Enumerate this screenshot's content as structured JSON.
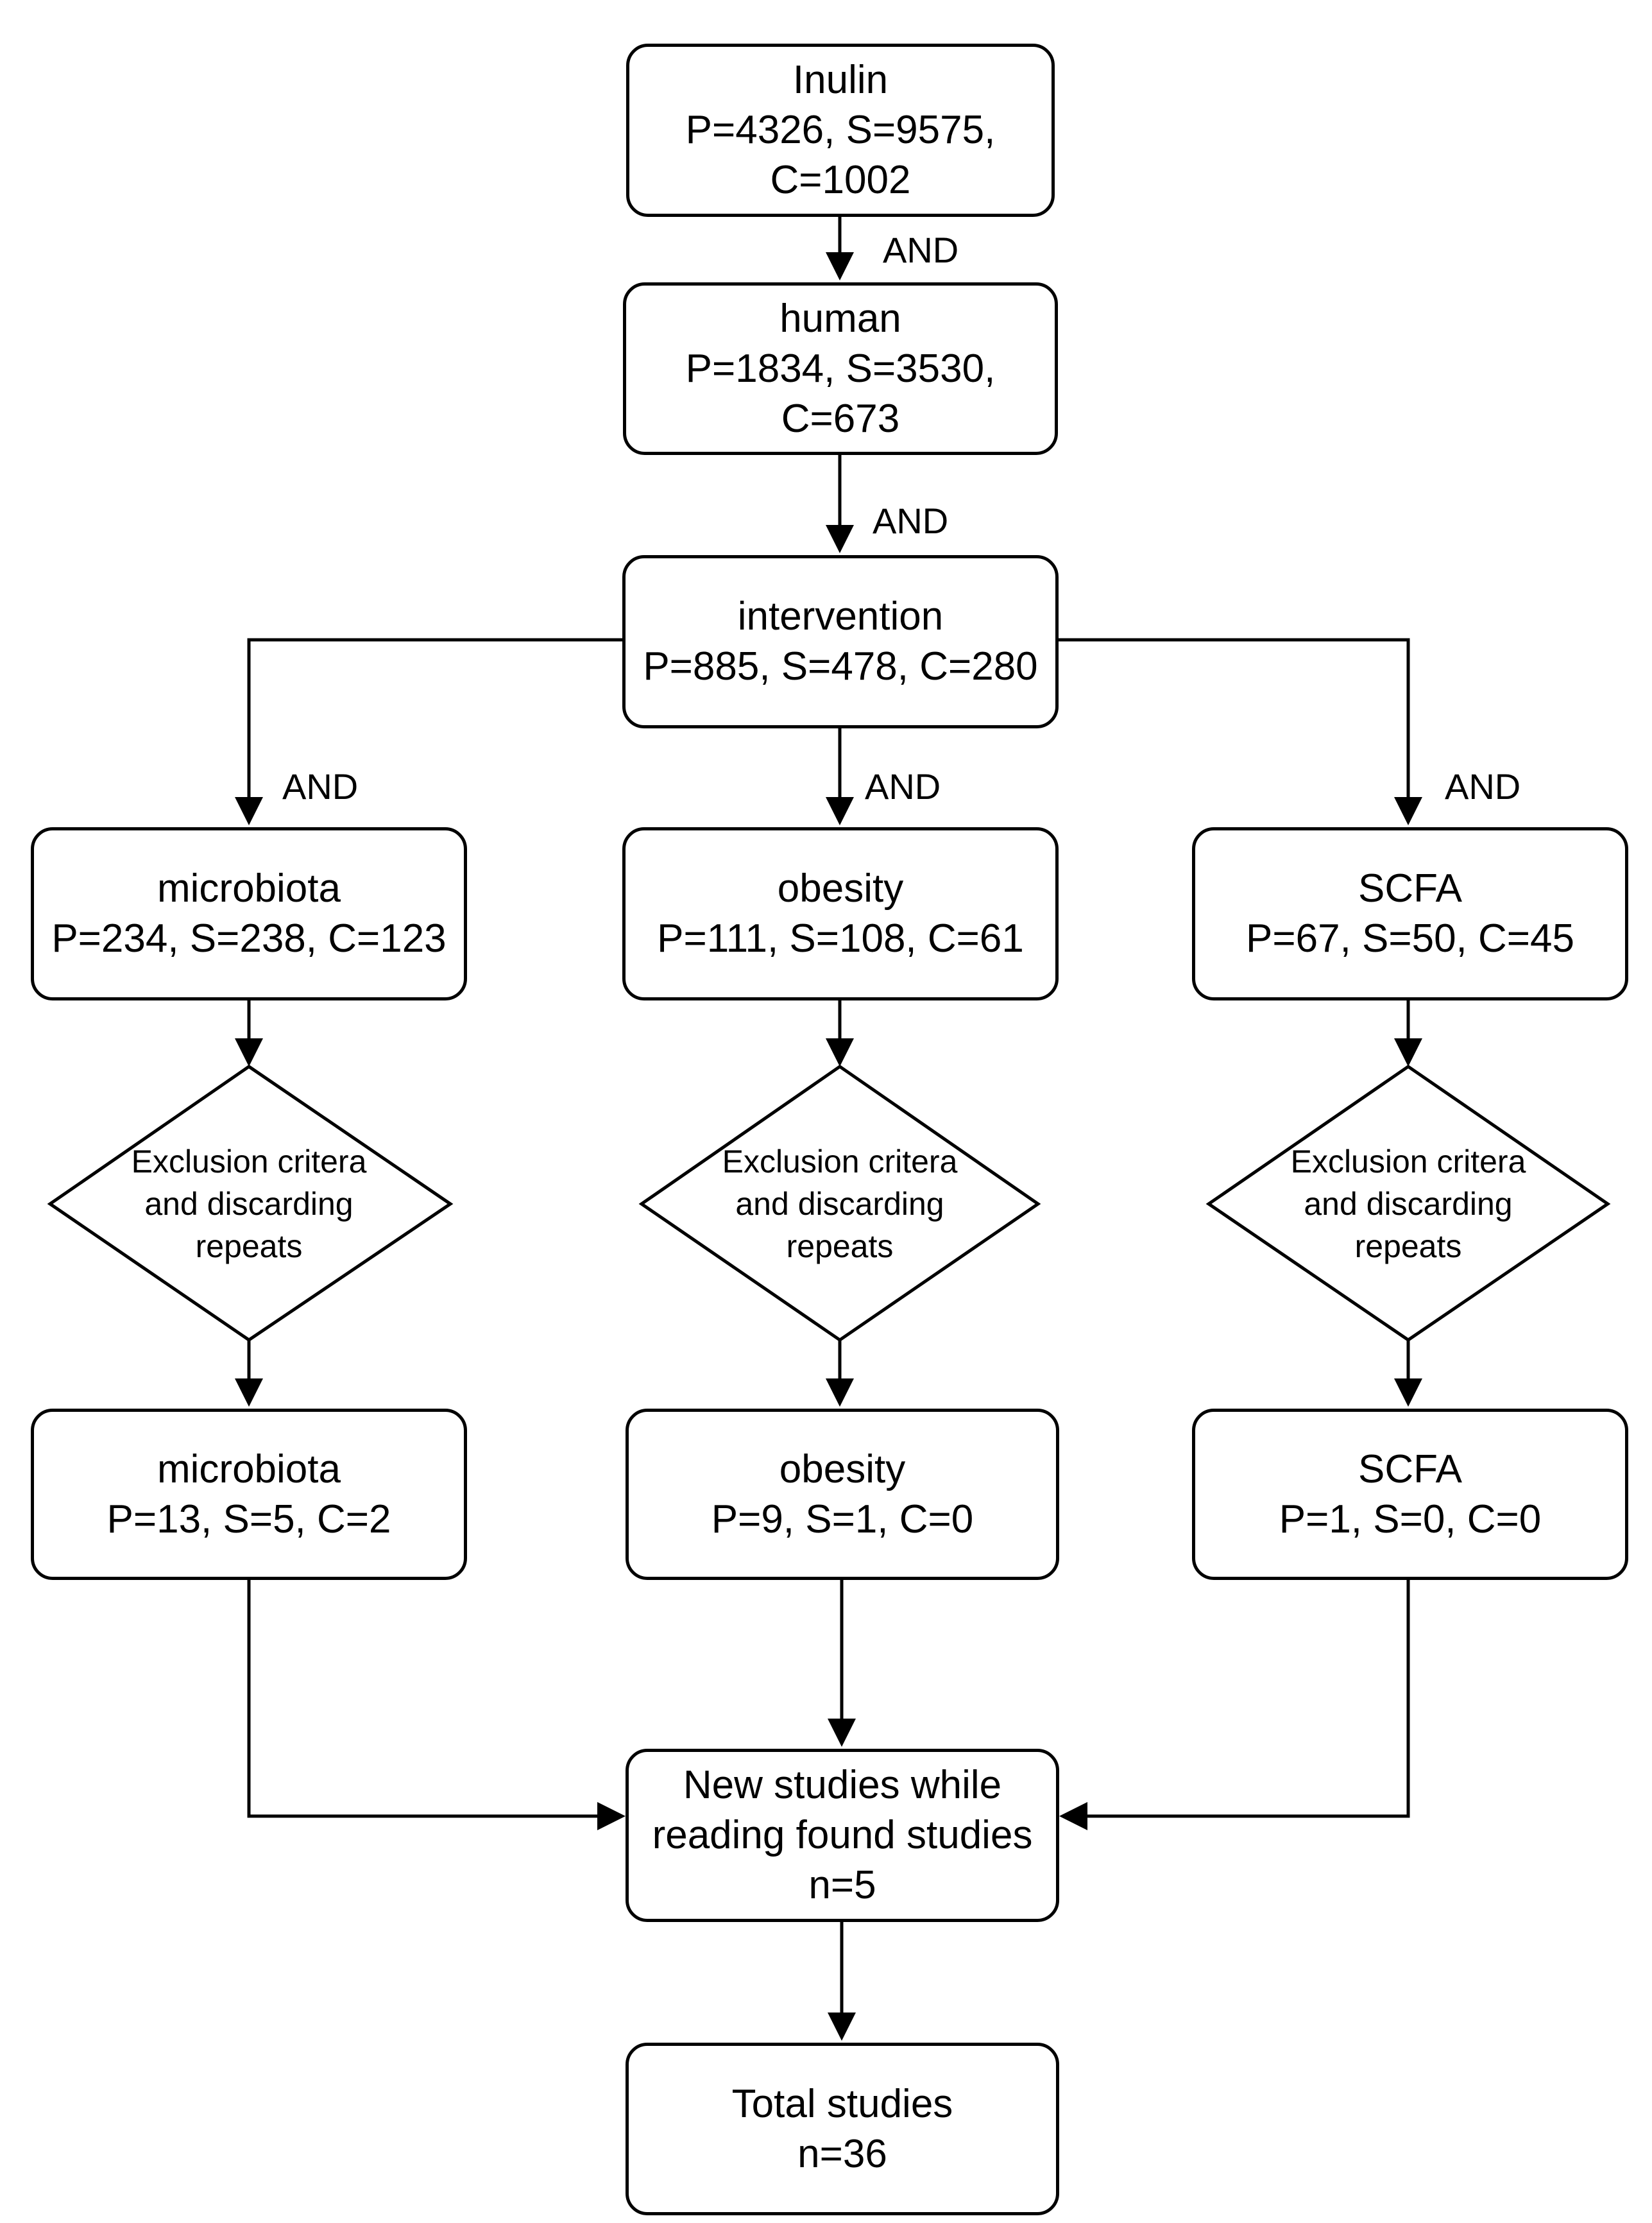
{
  "boxes": {
    "inulin": {
      "title": "Inulin",
      "line2": "P=4326, S=9575,",
      "line3": "C=1002"
    },
    "human": {
      "title": "human",
      "line2": "P=1834, S=3530,",
      "line3": "C=673"
    },
    "intervention": {
      "title": "intervention",
      "line2": "P=885, S=478, C=280"
    },
    "microbiota": {
      "title": "microbiota",
      "line2": "P=234, S=238, C=123"
    },
    "obesity": {
      "title": "obesity",
      "line2": "P=111, S=108, C=61"
    },
    "scfa": {
      "title": "SCFA",
      "line2": "P=67, S=50, C=45"
    },
    "microbiota_final": {
      "title": "microbiota",
      "line2": "P=13, S=5, C=2"
    },
    "obesity_final": {
      "title": "obesity",
      "line2": "P=9, S=1, C=0"
    },
    "scfa_final": {
      "title": "SCFA",
      "line2": "P=1, S=0, C=0"
    },
    "new_studies": {
      "line1": "New studies while",
      "line2": "reading found studies",
      "line3": "n=5"
    },
    "total": {
      "line1": "Total studies",
      "line2": "n=36"
    }
  },
  "decisions": {
    "line1": "Exclusion critera",
    "line2": "and discarding",
    "line3": "repeats"
  },
  "edge_labels": {
    "and": "AND"
  },
  "colors": {
    "stroke": "#000000",
    "background": "#ffffff"
  }
}
